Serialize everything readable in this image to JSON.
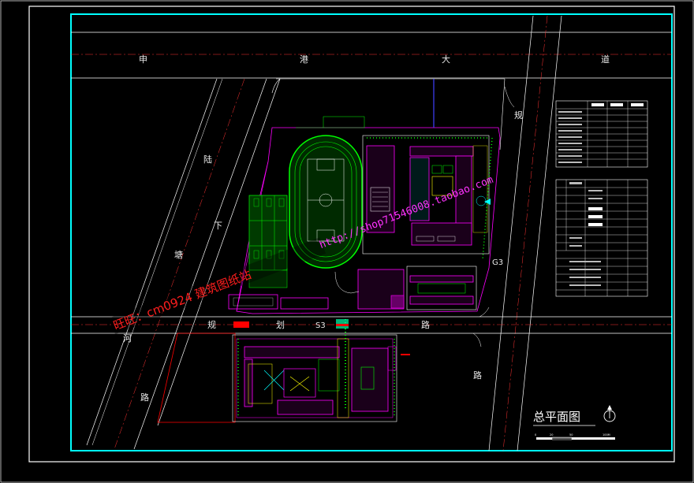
{
  "drawing": {
    "title": "总平面图",
    "roads": {
      "top_road": [
        "申",
        "港",
        "大",
        "道"
      ],
      "left_road": [
        "陆",
        "下",
        "塘"
      ],
      "bottom_left": [
        "河",
        "路"
      ],
      "middle_road": [
        "规",
        "划",
        "S3",
        "路"
      ],
      "right_top": "规",
      "right_label": "G3",
      "right_bottom": "路"
    },
    "scale_bar": {
      "ticks": [
        "0",
        "20",
        "50",
        "100M"
      ]
    }
  },
  "watermark": {
    "text": "旺旺：cm0924  建筑图纸站",
    "url": "http://shop71546008.taobao.com"
  },
  "colors": {
    "background": "#000000",
    "frame": "#00ffff",
    "road": "#ffffff",
    "building": "#ff00ff",
    "green": "#00ff00",
    "track": "#00ff00",
    "accent": "#ff0000",
    "watermark": "#ff1e1e"
  }
}
